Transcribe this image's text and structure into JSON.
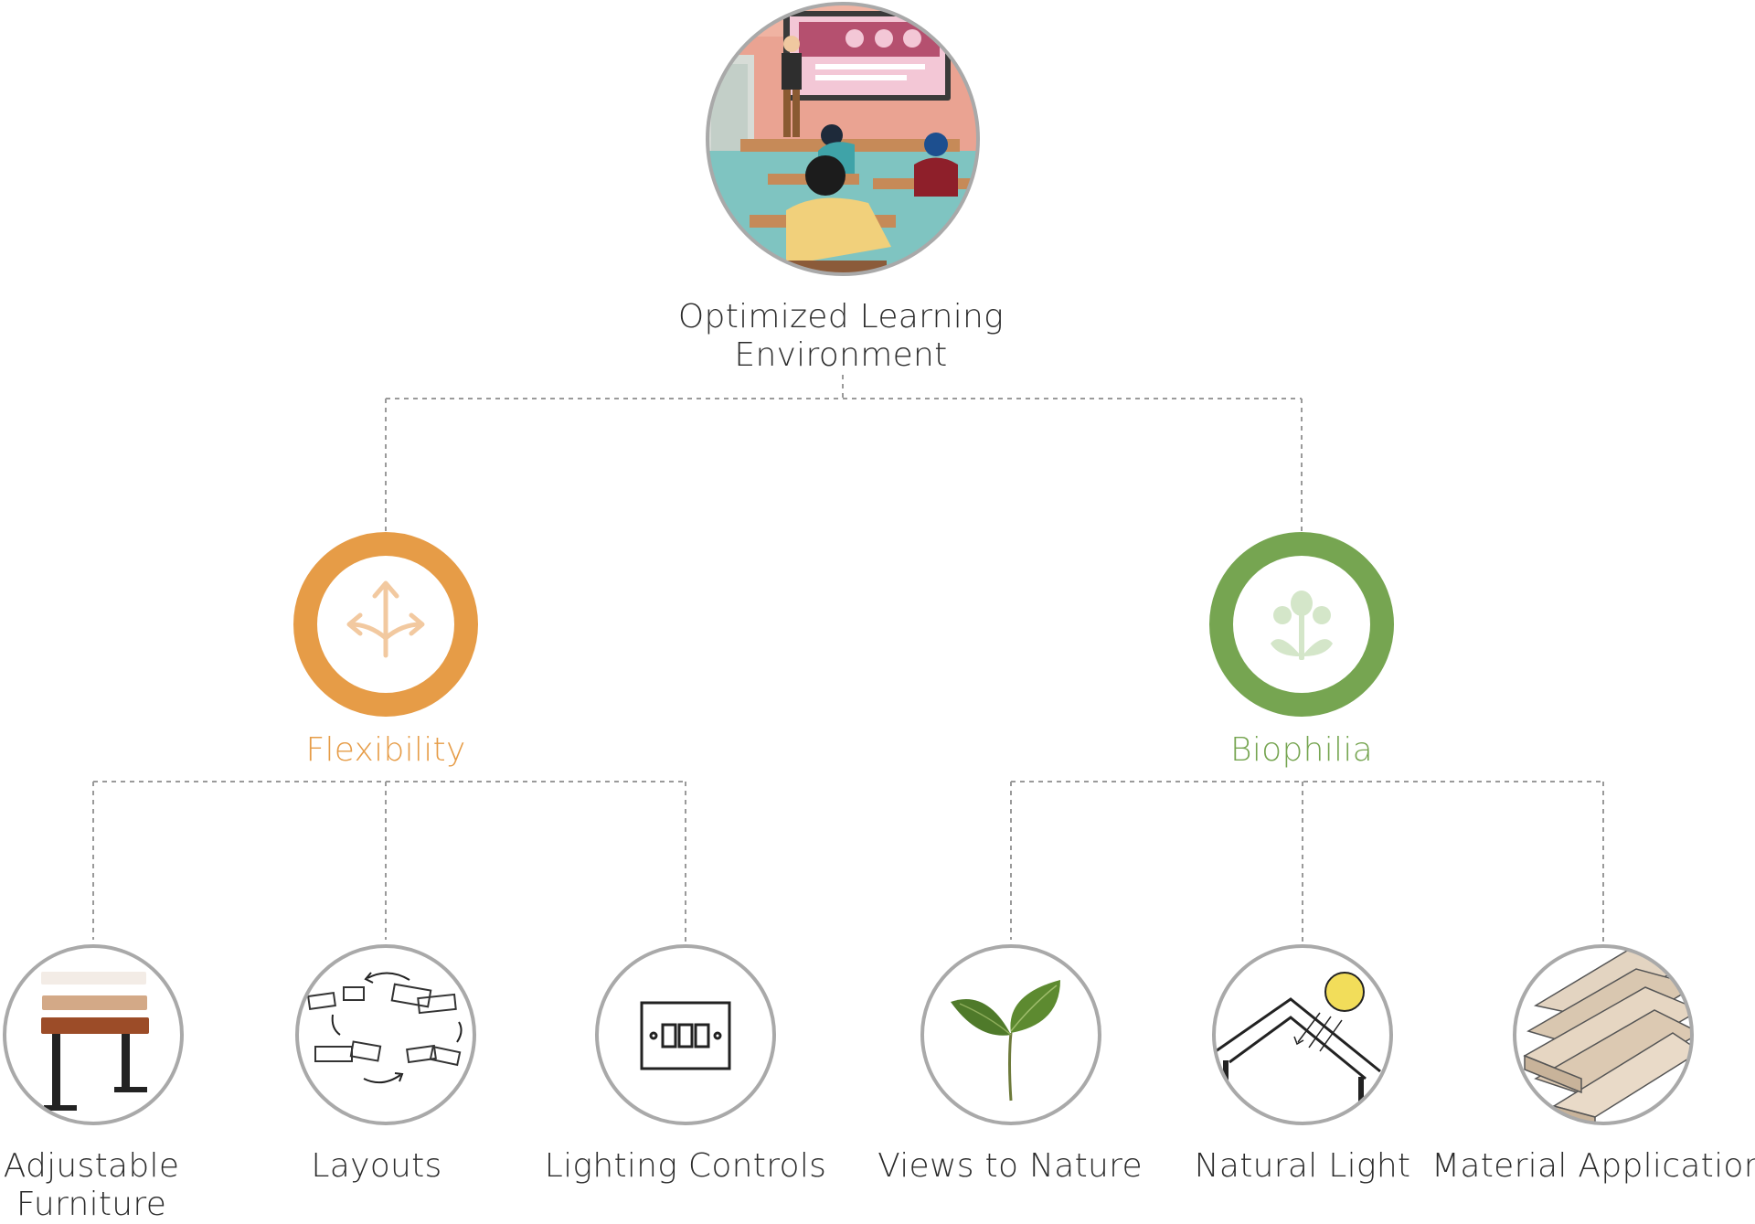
{
  "root": {
    "label_line1": "Optimized Learning",
    "label_line2": "Environment",
    "image_icon": "classroom-illustration"
  },
  "categories": [
    {
      "label": "Flexibility",
      "color": "#e69c47",
      "icon": "branching-arrows-icon"
    },
    {
      "label": "Biophilia",
      "color": "#76a551",
      "icon": "plant-icon"
    }
  ],
  "leaves": [
    {
      "label_line1": "Adjustable",
      "label_line2": "Furniture",
      "icon": "adjustable-desk-icon"
    },
    {
      "label_line1": "Layouts",
      "label_line2": "",
      "icon": "table-layouts-icon"
    },
    {
      "label_line1": "Lighting Controls",
      "label_line2": "",
      "icon": "light-switch-icon"
    },
    {
      "label_line1": "Views to Nature",
      "label_line2": "",
      "icon": "leaf-sprout-icon"
    },
    {
      "label_line1": "Natural Light",
      "label_line2": "",
      "icon": "sun-window-icon"
    },
    {
      "label_line1": "Material Application",
      "label_line2": "",
      "icon": "wood-planks-icon"
    }
  ],
  "colors": {
    "connector": "#9a9a9a",
    "circle_border": "#a9a9a9",
    "text": "#2b2b2b"
  }
}
